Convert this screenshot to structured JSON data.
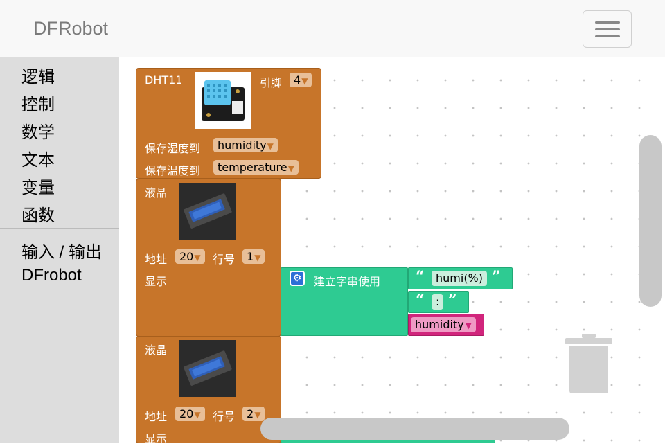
{
  "header": {
    "brand": "DFRobot",
    "menu_icon": "hamburger-menu-icon"
  },
  "sidebar": {
    "categories": [
      {
        "label": "逻辑"
      },
      {
        "label": "控制"
      },
      {
        "label": "数学"
      },
      {
        "label": "文本"
      },
      {
        "label": "变量"
      },
      {
        "label": "函数"
      }
    ],
    "extra": [
      {
        "label": "输入 / 输出"
      },
      {
        "label": "DFrobot"
      }
    ]
  },
  "blocks": {
    "dht11": {
      "title": "DHT11",
      "pin_label": "引脚",
      "pin_value": "4",
      "humidity_label": "保存湿度到",
      "humidity_var": "humidity",
      "temp_label": "保存温度到",
      "temp_var": "temperature"
    },
    "lcd1": {
      "title": "液晶",
      "addr_label": "地址",
      "addr_value": "20",
      "row_label": "行号",
      "row_value": "1",
      "show_label": "显示"
    },
    "join": {
      "label": "建立字串使用",
      "text1": "humi(%)",
      "text2": ":",
      "var": "humidity"
    },
    "lcd2": {
      "title": "液晶",
      "addr_label": "地址",
      "addr_value": "20",
      "row_label": "行号",
      "row_value": "2",
      "show_label": "显示"
    }
  },
  "icons": {
    "gear": "gear-icon",
    "trash": "trash-icon",
    "dropdown": "▼",
    "quote_open": "“",
    "quote_close": "”"
  },
  "colors": {
    "hardware_block": "#c7752a",
    "text_block": "#2ecb92",
    "variable_block": "#d1257c"
  }
}
